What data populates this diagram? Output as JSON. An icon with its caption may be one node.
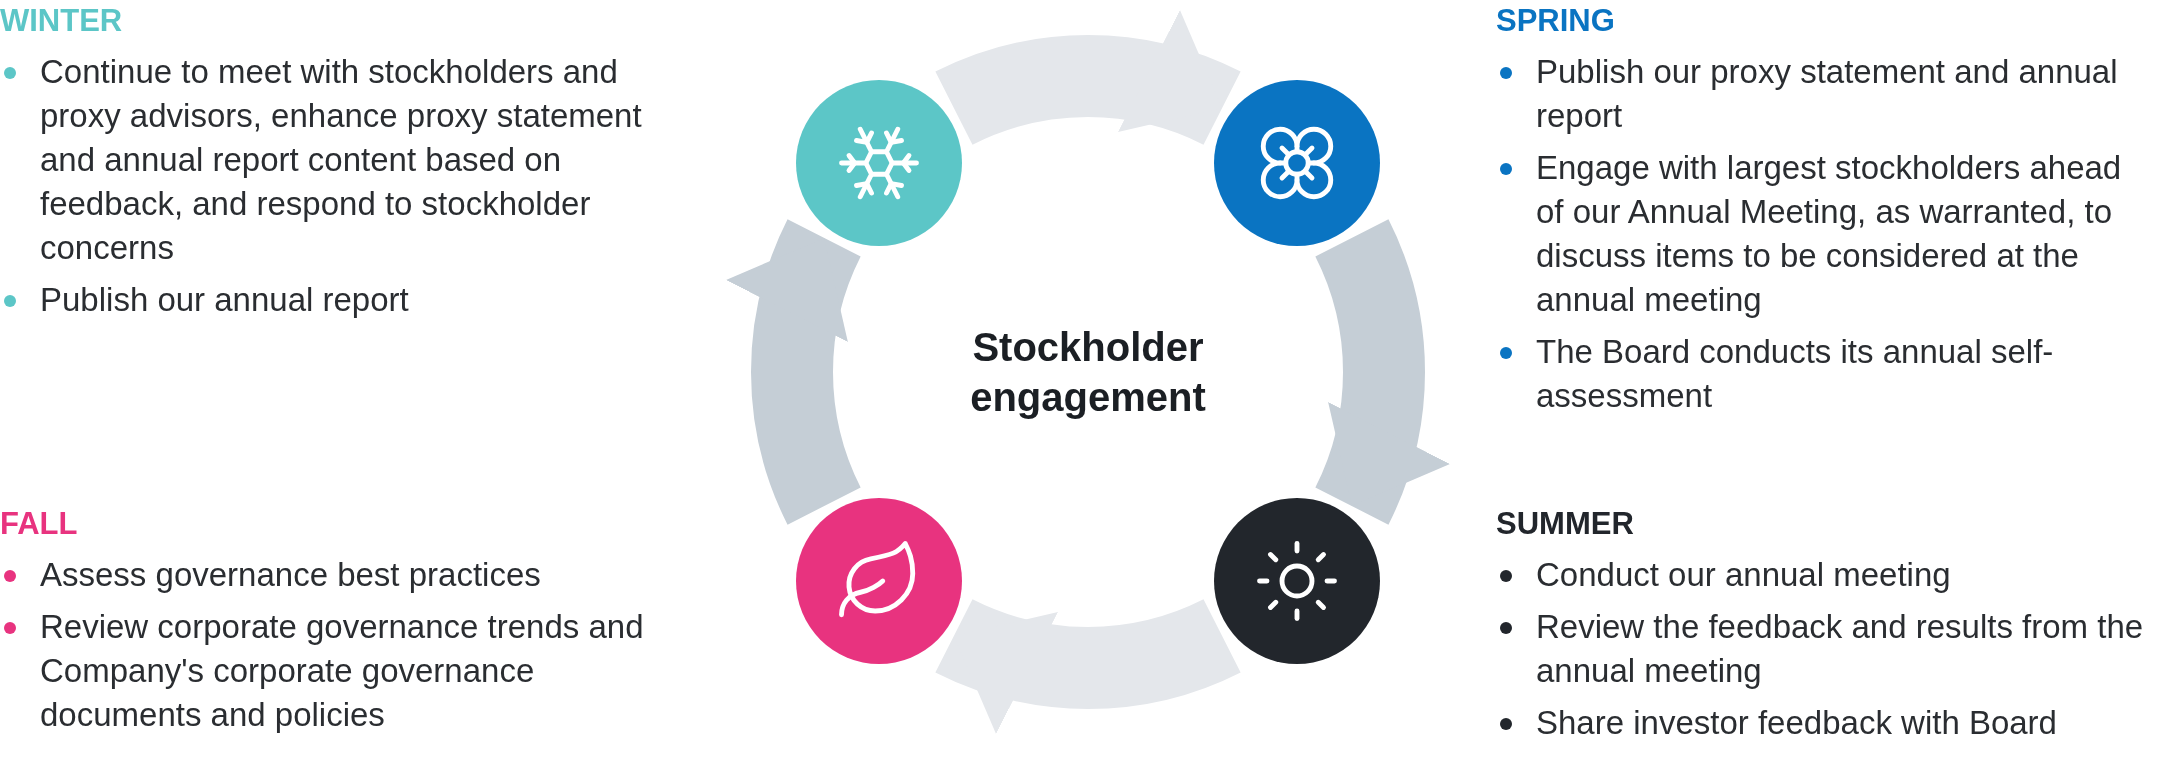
{
  "diagram": {
    "nodes": [
      {
        "text": [],
        "shape": "circle",
        "beside": [
          "WINTER",
          "Continue to meet with stockholders and proxy advisors, enhance proxy statement and annual report content based on feedback, and respond to stockholder concerns",
          "Publish our annual report"
        ]
      },
      {
        "text": [],
        "shape": "circle",
        "beside": [
          "SPRING",
          "Publish our proxy statement and annual report",
          "Engage with largest stockholders ahead of our Annual Meeting, as warranted, to discuss items to be considered at the annual meeting",
          "The Board conducts its annual self-assessment"
        ]
      },
      {
        "text": [
          "Stockholder engagement"
        ]
      },
      {
        "text": [],
        "shape": "circle",
        "beside": [
          "FALL",
          "Assess governance best practices",
          "Review corporate governance trends and Company's corporate governance documents and policies"
        ]
      },
      {
        "text": [],
        "shape": "circle",
        "beside": [
          "SUMMER",
          "Conduct our annual meeting",
          "Review the feedback and results from the annual meeting",
          "Share investor feedback with Board"
        ]
      }
    ],
    "edges": [
      {
        "from": 0,
        "to": 1,
        "arrow": "to",
        "color": "#e4e7eb"
      },
      {
        "from": 1,
        "to": 4,
        "arrow": "to",
        "color": "#c5ced6"
      },
      {
        "from": 4,
        "to": 3,
        "arrow": "to",
        "color": "#e4e7eb"
      },
      {
        "from": 3,
        "to": 0,
        "arrow": "to",
        "color": "#c5ced6"
      }
    ]
  }
}
